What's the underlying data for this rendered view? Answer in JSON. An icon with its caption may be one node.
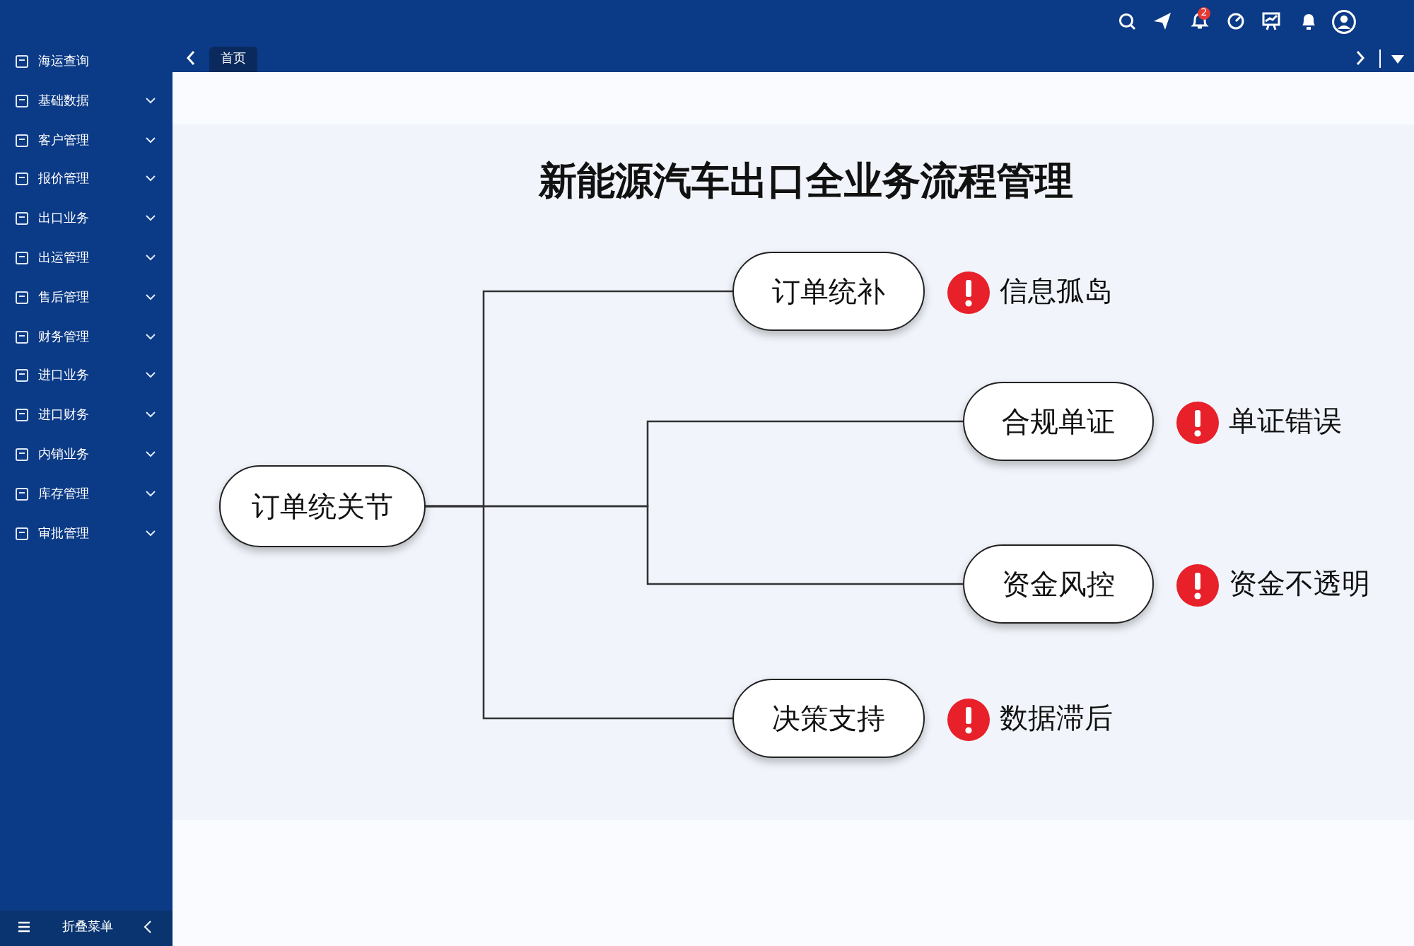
{
  "diagram": {
    "title": "新能源汽车出口全业务流程管理",
    "nodes": [
      {
        "text": [
          "订单统关节"
        ]
      },
      {
        "text": [
          "订单统补"
        ],
        "beside": [
          "信息孤岛"
        ]
      },
      {
        "text": [
          "合规单证"
        ],
        "beside": [
          "单证错误"
        ]
      },
      {
        "text": [
          "资金风控"
        ],
        "beside": [
          "资金不透明"
        ]
      },
      {
        "text": [
          "决策支持"
        ],
        "beside": [
          "数据滞后"
        ]
      }
    ],
    "edges": [
      {
        "from": 0,
        "to": 1,
        "arrow": "none"
      },
      {
        "from": 0,
        "to": 2,
        "arrow": "none"
      },
      {
        "from": 0,
        "to": 3,
        "arrow": "none"
      },
      {
        "from": 0,
        "to": 4,
        "arrow": "none"
      }
    ],
    "labels": [
      "2",
      "首页",
      "海运查询",
      "基础数据",
      "客户管理",
      "报价管理",
      "出口业务",
      "出运管理",
      "售后管理",
      "财务管理",
      "进口业务",
      "进口财务",
      "内销业务",
      "库存管理",
      "审批管理",
      "折叠菜单"
    ]
  }
}
